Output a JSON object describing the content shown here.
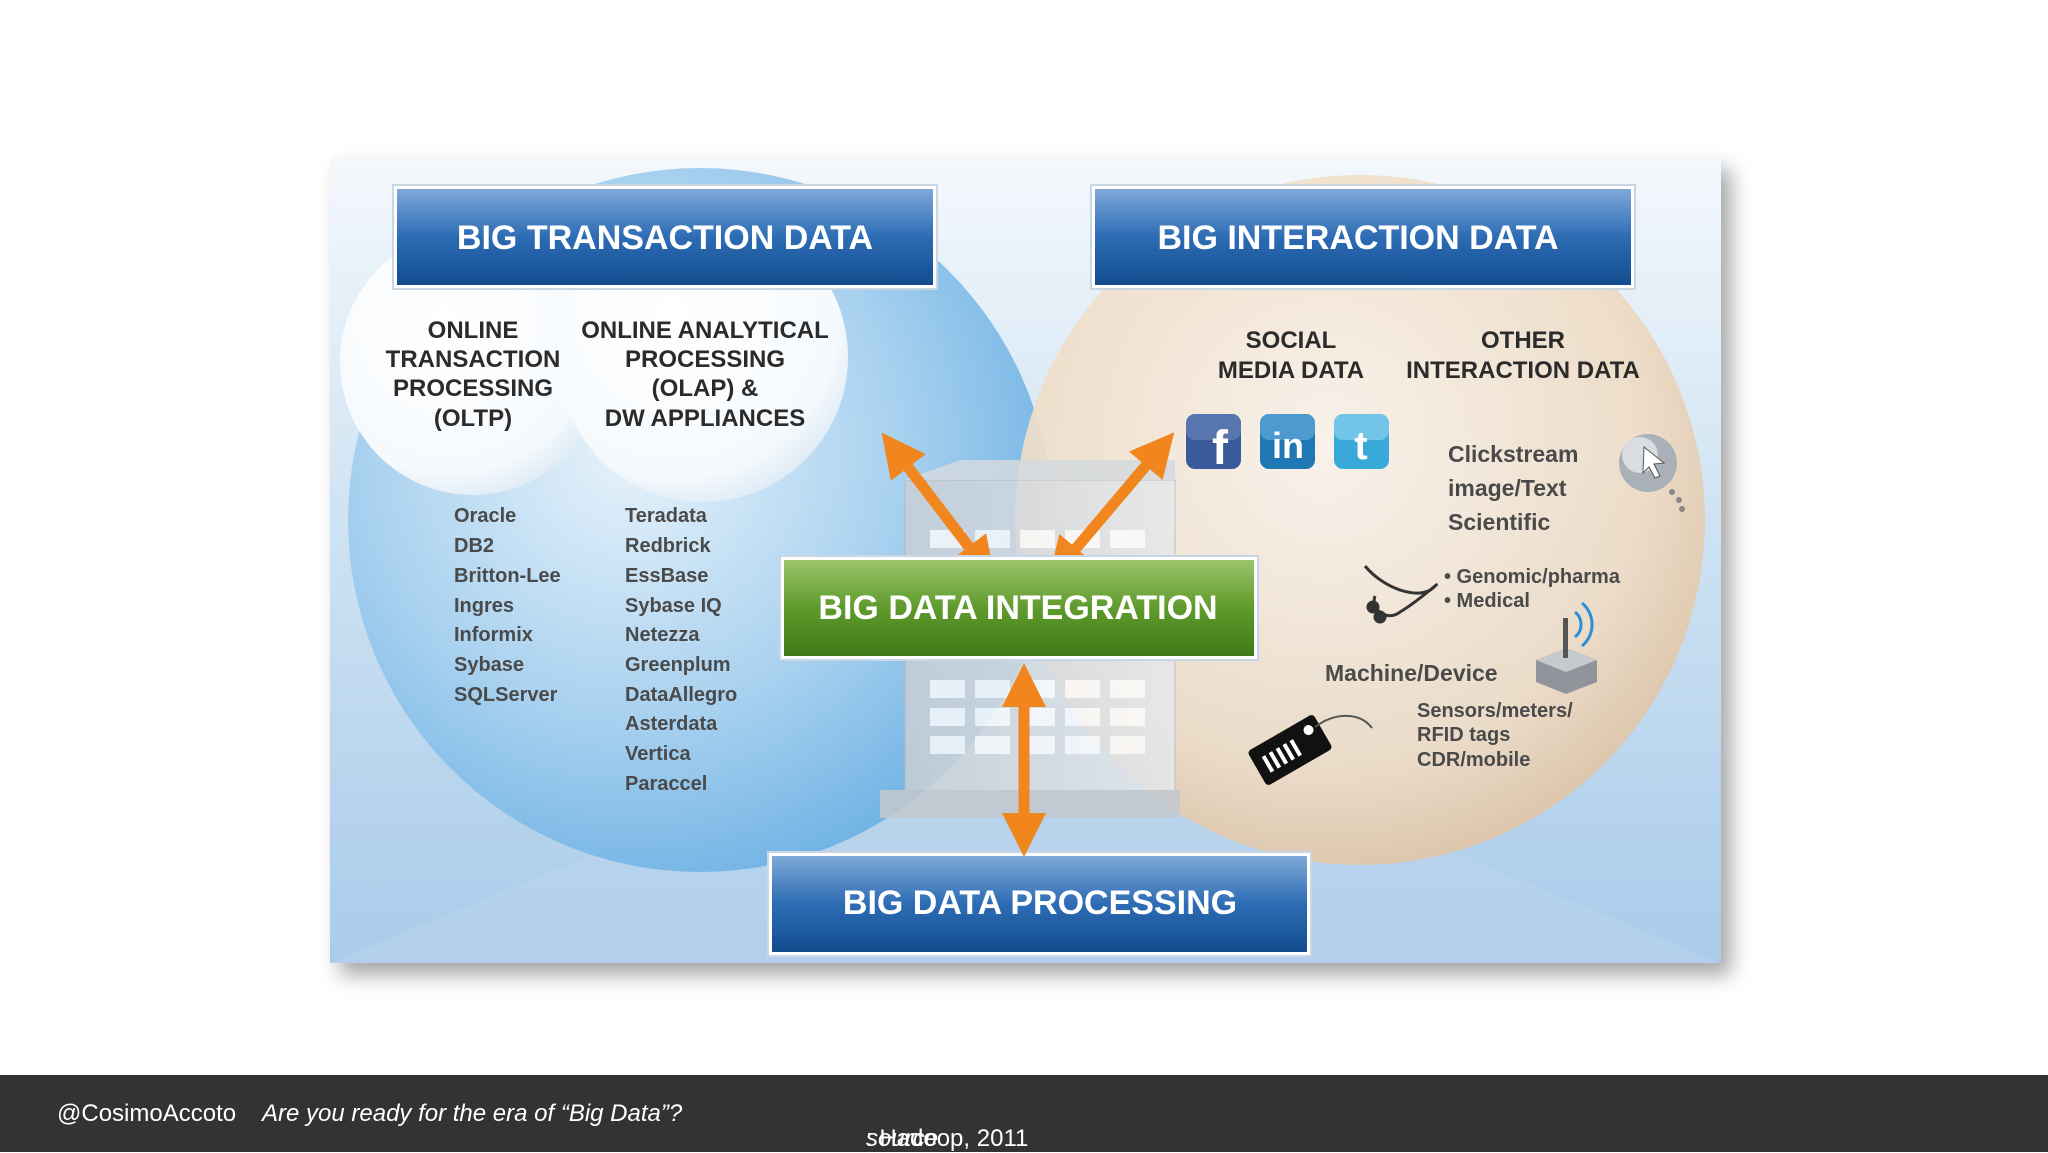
{
  "headers": {
    "transaction": "BIG TRANSACTION DATA",
    "interaction": "BIG INTERACTION DATA",
    "integration": "BIG DATA INTEGRATION",
    "processing": "BIG DATA PROCESSING"
  },
  "oltp": {
    "lines": [
      "ONLINE",
      "TRANSACTION",
      "PROCESSING",
      "(OLTP)"
    ],
    "items": [
      "Oracle",
      "DB2",
      "Britton-Lee",
      "Ingres",
      "Informix",
      "Sybase",
      "SQLServer"
    ]
  },
  "olap": {
    "lines": [
      "ONLINE ANALYTICAL",
      "PROCESSING",
      "(OLAP) &",
      "DW APPLIANCES"
    ],
    "items": [
      "Teradata",
      "Redbrick",
      "EssBase",
      "Sybase IQ",
      "Netezza",
      "Greenplum",
      "DataAllegro",
      "Asterdata",
      "Vertica",
      "Paraccel"
    ]
  },
  "social": {
    "lines": [
      "SOCIAL",
      "MEDIA DATA"
    ],
    "icons": [
      "facebook-icon",
      "linkedin-icon",
      "twitter-icon"
    ]
  },
  "other": {
    "lines": [
      "OTHER",
      "INTERACTION DATA"
    ]
  },
  "clickstream": [
    "Clickstream",
    "image/Text",
    "Scientific"
  ],
  "genomic": [
    "• Genomic/pharma",
    "• Medical"
  ],
  "machine": {
    "label": "Machine/Device",
    "items": [
      "Sensors/meters/",
      "RFID tags",
      "CDR/mobile"
    ]
  },
  "colors": {
    "header_blue": "#1f5fa6",
    "integration_green": "#5f9a2c",
    "arrow_orange": "#f0861d"
  },
  "footer": {
    "handle": "@CosimoAccoto",
    "title": "Are you ready for the era of “Big Data”?",
    "source_label": "source",
    "source_value": ": Hadoop, 2011"
  }
}
